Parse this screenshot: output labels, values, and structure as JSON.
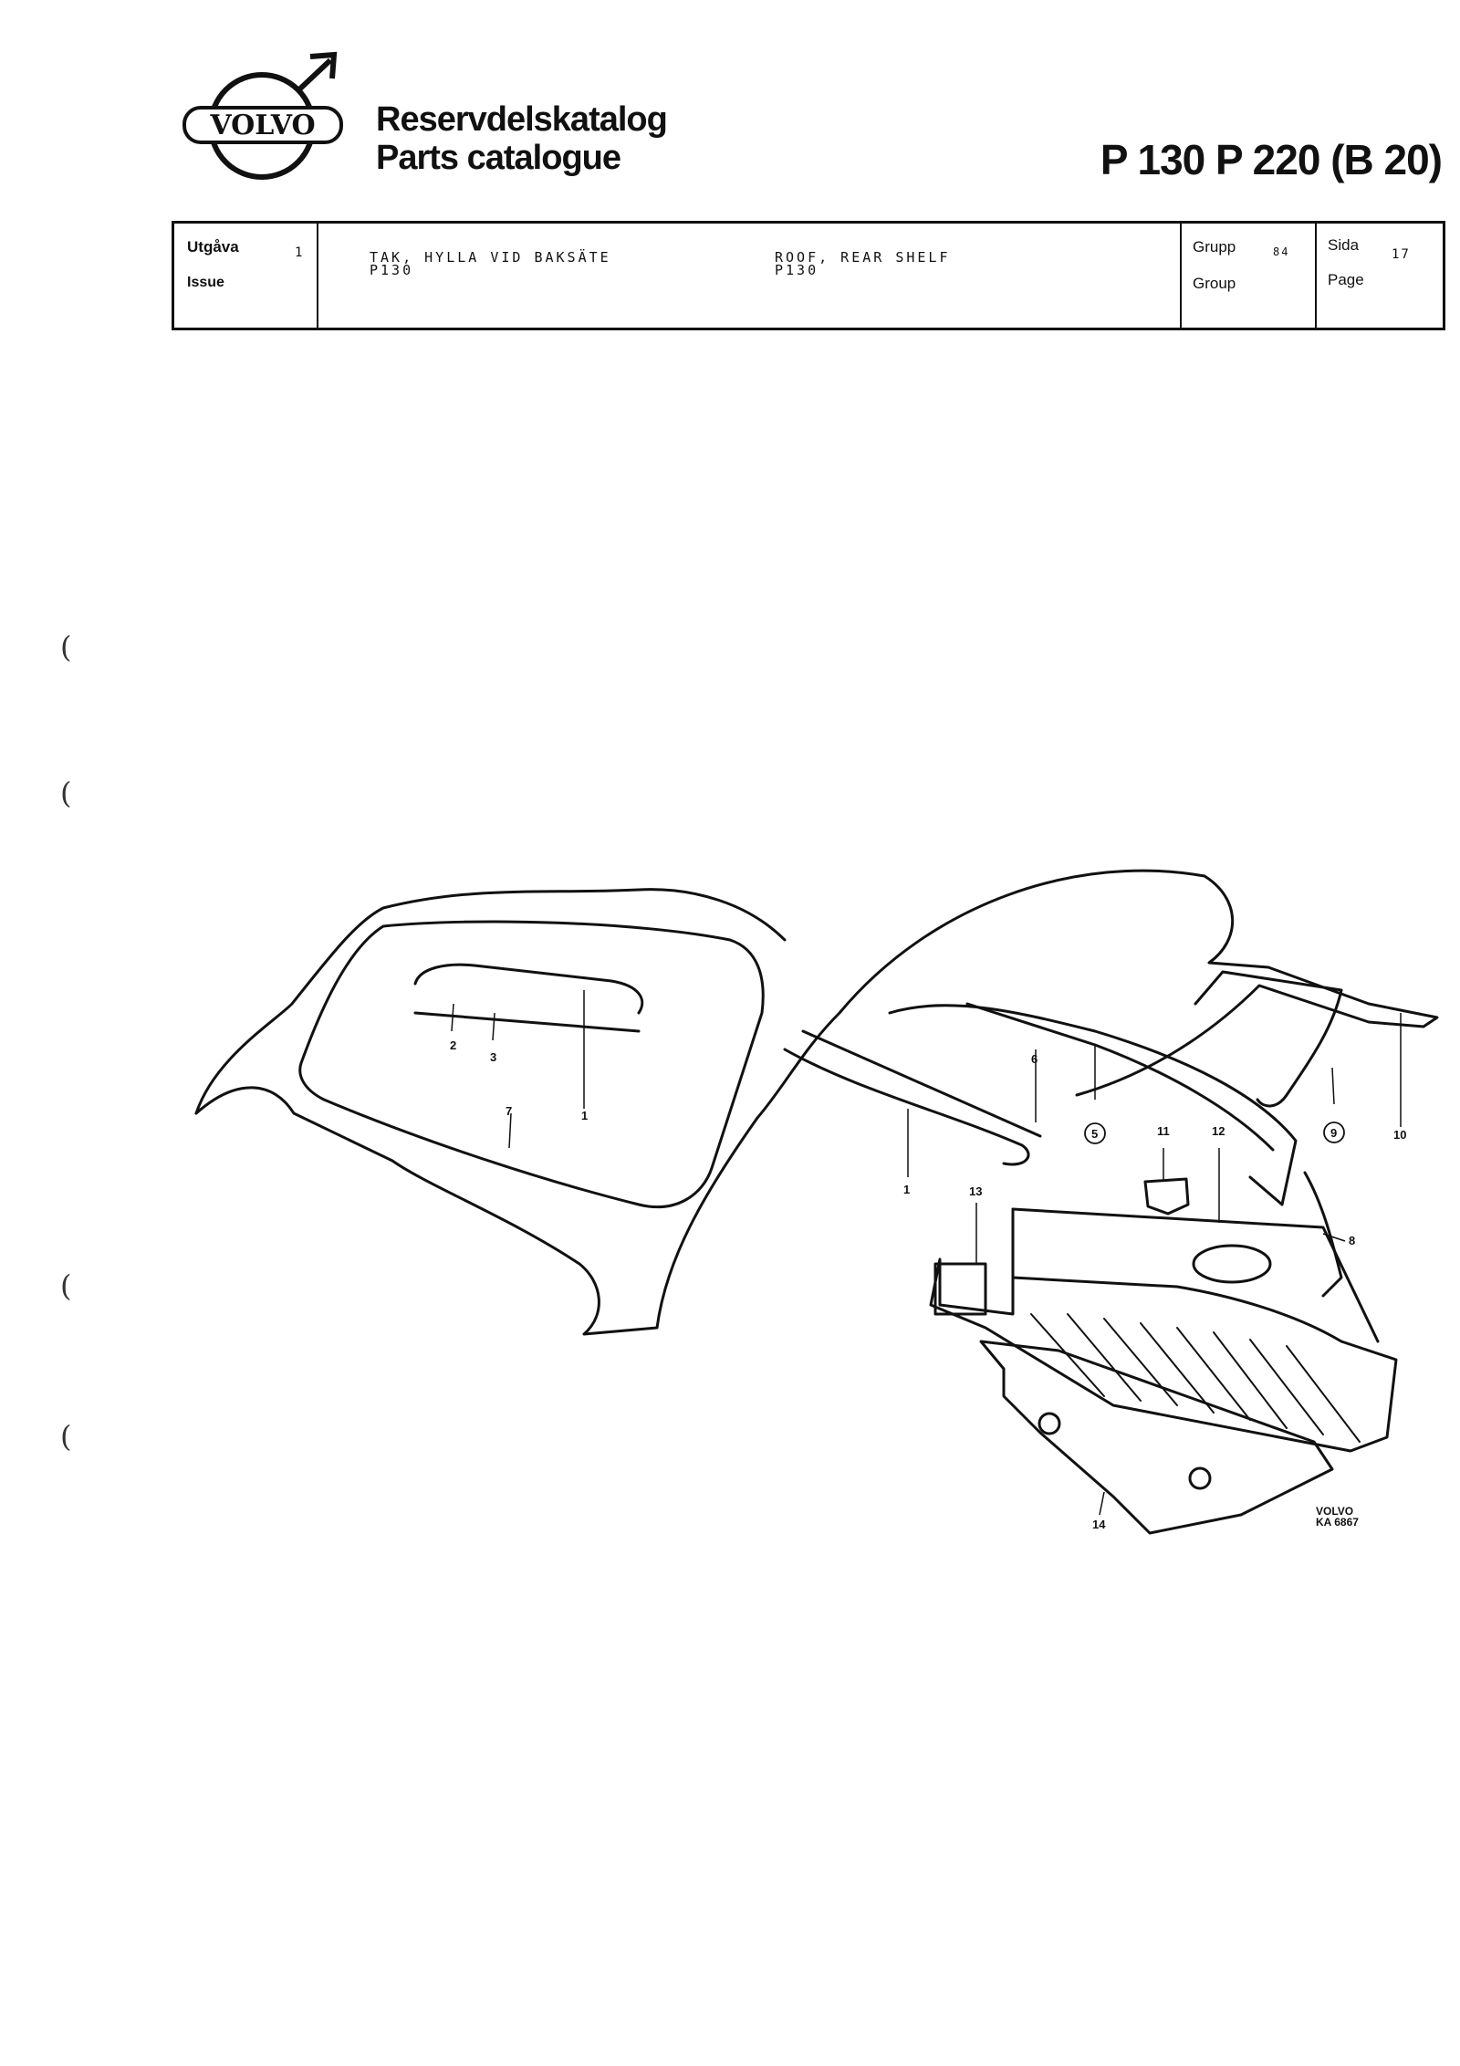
{
  "header": {
    "brand": "VOLVO",
    "title_sv": "Reservdelskatalog",
    "title_en": "Parts catalogue",
    "models": "P 130   P 220 (B 20)"
  },
  "info_box": {
    "issue_label_sv": "Utgåva",
    "issue_label_en": "Issue",
    "issue_value": "1",
    "desc_sv_line1": "TAK, HYLLA VID BAKSÄTE",
    "desc_sv_line2": "P130",
    "desc_en_line1": "ROOF, REAR SHELF",
    "desc_en_line2": "P130",
    "group_label_sv": "Grupp",
    "group_label_en": "Group",
    "group_value": "84",
    "page_label_sv": "Sida",
    "page_label_en": "Page",
    "page_value": "17"
  },
  "diagram": {
    "callouts": [
      "1",
      "1",
      "1",
      "2",
      "3",
      "5",
      "6",
      "7",
      "8",
      "9",
      "10",
      "11",
      "12",
      "13",
      "14"
    ],
    "stamp_line1": "VOLVO",
    "stamp_line2": "KA 6867"
  },
  "margin_marks": [
    "(",
    "(",
    "(",
    "("
  ]
}
